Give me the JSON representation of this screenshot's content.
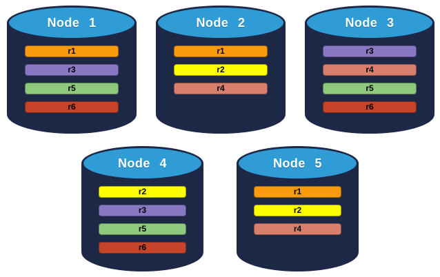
{
  "colors": {
    "background": "#ffffff",
    "cylinder_body": "#1D2847",
    "cylinder_top": "#2F9CD6",
    "title_text": "#ffffff",
    "bar_text": "#000000"
  },
  "replica_colors": {
    "r1": "#F99B0C",
    "r2": "#FFFF00",
    "r3": "#8878C4",
    "r4": "#D97F6E",
    "r5": "#8FC97E",
    "r6": "#C6452A"
  },
  "nodes": [
    {
      "label": "Node 1",
      "replicas": [
        "r1",
        "r3",
        "r5",
        "r6"
      ]
    },
    {
      "label": "Node 2",
      "replicas": [
        "r1",
        "r2",
        "r4"
      ]
    },
    {
      "label": "Node 3",
      "replicas": [
        "r3",
        "r4",
        "r5",
        "r6"
      ]
    },
    {
      "label": "Node 4",
      "replicas": [
        "r2",
        "r3",
        "r5",
        "r6"
      ]
    },
    {
      "label": "Node 5",
      "replicas": [
        "r1",
        "r2",
        "r4"
      ]
    }
  ],
  "rows": [
    [
      0,
      1,
      2
    ],
    [
      3,
      4
    ]
  ]
}
